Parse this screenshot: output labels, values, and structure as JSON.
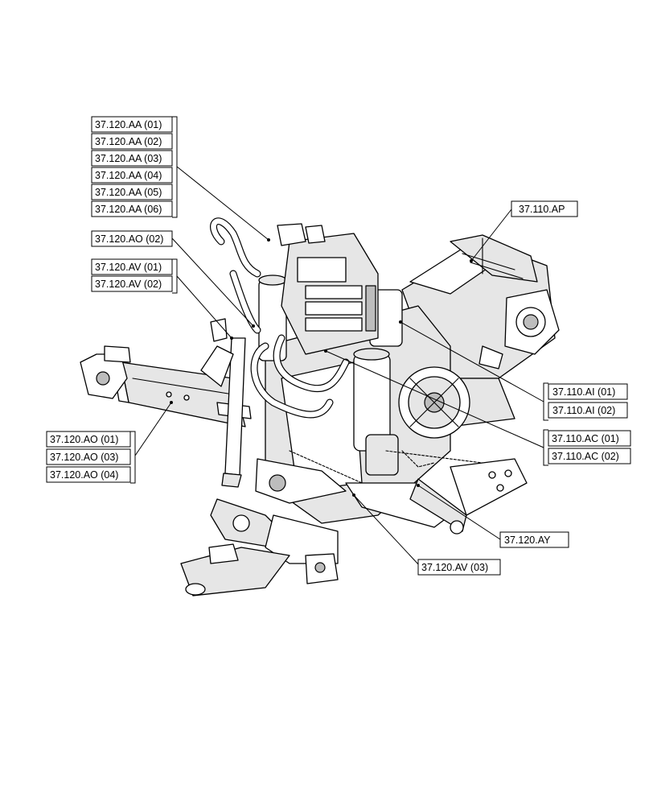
{
  "callouts": {
    "aa": [
      "37.120.AA (01)",
      "37.120.AA (02)",
      "37.120.AA (03)",
      "37.120.AA (04)",
      "37.120.AA (05)",
      "37.120.AA (06)"
    ],
    "ao_top": "37.120.AO (02)",
    "av_top": [
      "37.120.AV (01)",
      "37.120.AV (02)"
    ],
    "ap": "37.110.AP",
    "ao_bottom": [
      "37.120.AO (01)",
      "37.120.AO (03)",
      "37.120.AO (04)"
    ],
    "ai": [
      "37.110.AI (01)",
      "37.110.AI (02)"
    ],
    "ac": [
      "37.110.AC (01)",
      "37.110.AC (02)"
    ],
    "ay": "37.120.AY",
    "av_bottom": "37.120.AV (03)"
  }
}
